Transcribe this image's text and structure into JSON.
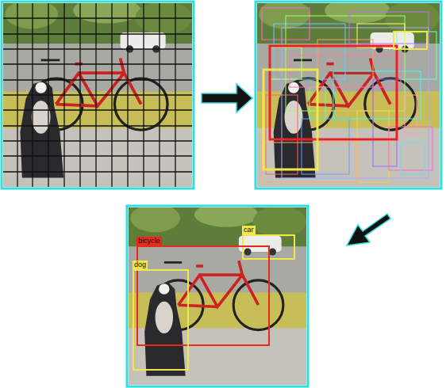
{
  "diagram": {
    "nodes": [
      {
        "text": [
          "car"
        ]
      },
      {
        "text": [
          "bicycle"
        ]
      },
      {
        "text": [
          "dog"
        ]
      }
    ]
  }
}
